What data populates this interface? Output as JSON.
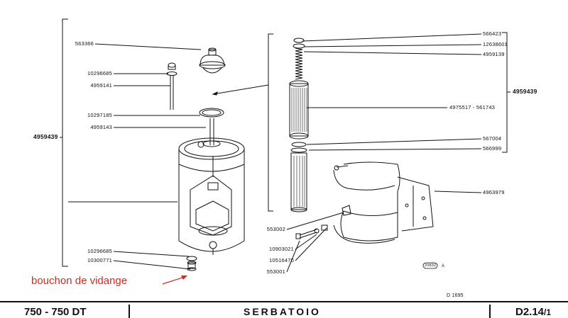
{
  "parts": {
    "p563366": "563366",
    "p10296685_top": "10296685",
    "p4959141": "4959141",
    "p10297185": "10297185",
    "p4959143": "4959143",
    "p4959439_left": "4959439",
    "p10296685_bottom": "10296685",
    "p10300771": "10300771",
    "p566423": "566423",
    "p12638601": "12638601",
    "p4959139": "4959139",
    "p4959439_right": "4959439",
    "p4975517": "4975517 - 561743",
    "p567004": "567004",
    "p566999": "566999",
    "p4963979": "4963979",
    "p553002": "553002",
    "p10903021": "10903021",
    "p10516470": "10516470",
    "p553001": "553001"
  },
  "drawing": {
    "ref_code": "D 1695",
    "stamp": "20832",
    "stamp_suffix": "A"
  },
  "annotation": {
    "text": "bouchon de vidange",
    "color": "#d42a22"
  },
  "footer": {
    "model": "750 - 750 DT",
    "title": "SERBATOIO",
    "sheet": "D2.14",
    "sheet_sub": "/1"
  }
}
